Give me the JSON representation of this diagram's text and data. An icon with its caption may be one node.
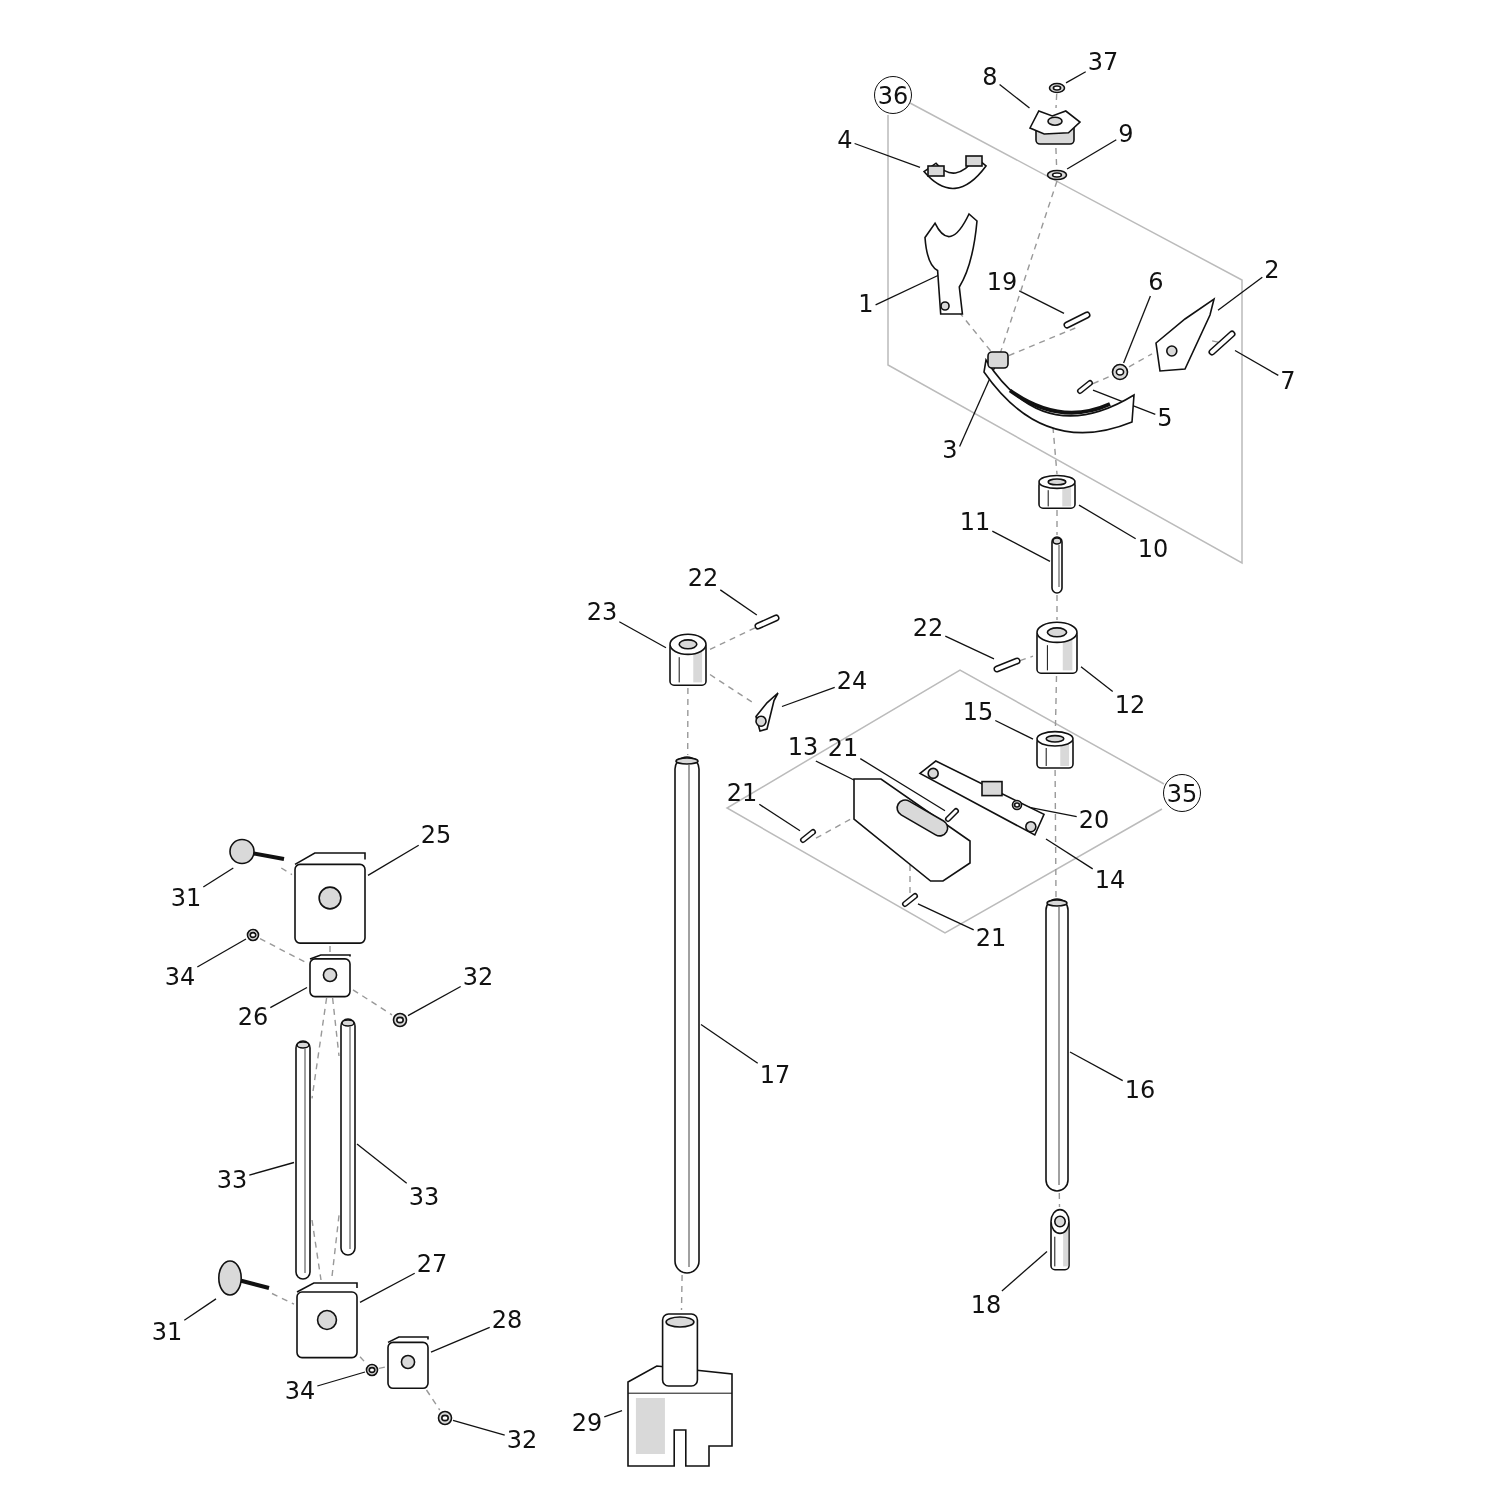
{
  "diagram": {
    "nodes": [
      {
        "text": [
          "37"
        ]
      },
      {
        "text": [
          "8"
        ]
      },
      {
        "text": [
          "36"
        ]
      },
      {
        "text": [
          "9"
        ]
      },
      {
        "text": [
          "4"
        ]
      },
      {
        "text": [
          "2"
        ]
      },
      {
        "text": [
          "6"
        ]
      },
      {
        "text": [
          "19"
        ]
      },
      {
        "text": [
          "1"
        ]
      },
      {
        "text": [
          "7"
        ]
      },
      {
        "text": [
          "5"
        ]
      },
      {
        "text": [
          "3"
        ]
      },
      {
        "text": [
          "11"
        ]
      },
      {
        "text": [
          "10"
        ]
      },
      {
        "text": [
          "22"
        ]
      },
      {
        "text": [
          "23"
        ]
      },
      {
        "text": [
          "22"
        ]
      },
      {
        "text": [
          "24"
        ]
      },
      {
        "text": [
          "12"
        ]
      },
      {
        "text": [
          "15"
        ]
      },
      {
        "text": [
          "13"
        ]
      },
      {
        "text": [
          "21"
        ]
      },
      {
        "text": [
          "21"
        ]
      },
      {
        "text": [
          "35"
        ]
      },
      {
        "text": [
          "20"
        ]
      },
      {
        "text": [
          "25"
        ]
      },
      {
        "text": [
          "14"
        ]
      },
      {
        "text": [
          "31"
        ]
      },
      {
        "text": [
          "21"
        ]
      },
      {
        "text": [
          "34"
        ]
      },
      {
        "text": [
          "32"
        ]
      },
      {
        "text": [
          "26"
        ]
      },
      {
        "text": [
          "17"
        ]
      },
      {
        "text": [
          "16"
        ]
      },
      {
        "text": [
          "33"
        ]
      },
      {
        "text": [
          "33"
        ]
      },
      {
        "text": [
          "27"
        ]
      },
      {
        "text": [
          "18"
        ]
      },
      {
        "text": [
          "28"
        ]
      },
      {
        "text": [
          "31"
        ]
      },
      {
        "text": [
          "29"
        ]
      },
      {
        "text": [
          "34"
        ]
      },
      {
        "text": [
          "32"
        ]
      },
      {
        "text": [],
        "shape": "picture"
      },
      {
        "text": [],
        "shape": "picture"
      },
      {
        "text": [],
        "shape": "picture"
      },
      {
        "text": [],
        "shape": "picture"
      },
      {
        "text": [],
        "shape": "picture"
      },
      {
        "text": [],
        "shape": "picture"
      },
      {
        "text": [],
        "shape": "picture"
      },
      {
        "text": [],
        "shape": "picture"
      },
      {
        "text": [],
        "shape": "picture"
      },
      {
        "text": [],
        "shape": "picture"
      },
      {
        "text": [],
        "shape": "picture"
      },
      {
        "text": [],
        "shape": "picture"
      },
      {
        "text": [],
        "shape": "picture"
      },
      {
        "text": [],
        "shape": "picture"
      },
      {
        "text": [],
        "shape": "picture"
      },
      {
        "text": [],
        "shape": "picture"
      },
      {
        "text": [],
        "shape": "picture"
      },
      {
        "text": [],
        "shape": "picture"
      },
      {
        "text": [],
        "shape": "picture"
      },
      {
        "text": [],
        "shape": "picture"
      },
      {
        "text": [],
        "shape": "picture",
        "in": 62
      },
      {
        "text": [],
        "shape": "picture"
      },
      {
        "text": [],
        "shape": "picture"
      },
      {
        "text": [],
        "shape": "picture"
      },
      {
        "text": [],
        "shape": "picture"
      },
      {
        "text": [],
        "shape": "picture"
      },
      {
        "text": [],
        "shape": "picture"
      },
      {
        "text": [],
        "shape": "picture"
      },
      {
        "text": [],
        "shape": "picture"
      },
      {
        "text": [],
        "shape": "picture"
      },
      {
        "text": [],
        "shape": "picture"
      },
      {
        "text": [],
        "shape": "picture"
      },
      {
        "text": [],
        "shape": "picture"
      },
      {
        "text": [],
        "shape": "picture"
      },
      {
        "text": [],
        "shape": "picture"
      },
      {
        "text": [],
        "shape": "picture"
      },
      {
        "text": [],
        "shape": "picture"
      },
      {
        "text": [],
        "shape": "picture"
      },
      {
        "text": [],
        "shape": "picture"
      },
      {
        "text": [],
        "shape": "picture"
      },
      {
        "text": [],
        "shape": "picture"
      }
    ],
    "edges": [
      {
        "from": 0,
        "to": 43,
        "arrow": "none"
      },
      {
        "from": 1,
        "to": 44,
        "arrow": "none"
      },
      {
        "from": 3,
        "to": 46,
        "arrow": "none"
      },
      {
        "from": 4,
        "to": 45,
        "arrow": "none"
      },
      {
        "from": 5,
        "to": 49,
        "arrow": "none"
      },
      {
        "from": 6,
        "to": 51,
        "arrow": "none"
      },
      {
        "from": 7,
        "to": 48,
        "arrow": "none"
      },
      {
        "from": 8,
        "to": 47,
        "arrow": "none"
      },
      {
        "from": 9,
        "to": 50,
        "arrow": "none"
      },
      {
        "from": 10,
        "to": 52,
        "arrow": "none"
      },
      {
        "from": 11,
        "to": 53,
        "arrow": "none"
      },
      {
        "from": 12,
        "to": 55,
        "arrow": "none"
      },
      {
        "from": 13,
        "to": 54,
        "arrow": "none"
      },
      {
        "from": 14,
        "to": 56,
        "arrow": "none"
      },
      {
        "from": 15,
        "to": 57,
        "arrow": "none"
      },
      {
        "from": 16,
        "to": 59,
        "arrow": "none"
      },
      {
        "from": 17,
        "to": 60,
        "arrow": "none"
      },
      {
        "from": 18,
        "to": 58,
        "arrow": "none"
      },
      {
        "from": 19,
        "to": 61,
        "arrow": "none"
      },
      {
        "from": 20,
        "to": 64,
        "arrow": "none"
      },
      {
        "from": 21,
        "to": 65,
        "arrow": "none"
      },
      {
        "from": 22,
        "to": 66,
        "arrow": "none"
      },
      {
        "from": 24,
        "to": 63,
        "arrow": "none"
      },
      {
        "from": 25,
        "to": 68,
        "arrow": "none"
      },
      {
        "from": 26,
        "to": 62,
        "arrow": "none"
      },
      {
        "from": 27,
        "to": 69,
        "arrow": "none"
      },
      {
        "from": 28,
        "to": 67,
        "arrow": "none"
      },
      {
        "from": 29,
        "to": 70,
        "arrow": "none"
      },
      {
        "from": 30,
        "to": 72,
        "arrow": "none"
      },
      {
        "from": 31,
        "to": 71,
        "arrow": "none"
      },
      {
        "from": 32,
        "to": 73,
        "arrow": "none"
      },
      {
        "from": 33,
        "to": 74,
        "arrow": "none"
      },
      {
        "from": 34,
        "to": 75,
        "arrow": "none"
      },
      {
        "from": 35,
        "to": 76,
        "arrow": "none"
      },
      {
        "from": 36,
        "to": 79,
        "arrow": "none"
      },
      {
        "from": 37,
        "to": 77,
        "arrow": "none"
      },
      {
        "from": 38,
        "to": 80,
        "arrow": "none"
      },
      {
        "from": 39,
        "to": 78,
        "arrow": "none"
      },
      {
        "from": 40,
        "to": 82,
        "arrow": "none"
      },
      {
        "from": 41,
        "to": 81,
        "arrow": "none"
      },
      {
        "from": 42,
        "to": 83,
        "arrow": "none"
      },
      {
        "from": 43,
        "to": 44,
        "arrow": "none",
        "style": "dashed",
        "color": "#999999"
      },
      {
        "from": 44,
        "to": 46,
        "arrow": "none",
        "style": "dashed",
        "color": "#999999"
      },
      {
        "from": 46,
        "to": 53,
        "arrow": "none",
        "style": "dashed",
        "color": "#999999"
      },
      {
        "from": 53,
        "to": 54,
        "arrow": "none",
        "style": "dashed",
        "color": "#999999"
      },
      {
        "from": 54,
        "to": 55,
        "arrow": "none",
        "style": "dashed",
        "color": "#999999"
      },
      {
        "from": 55,
        "to": 58,
        "arrow": "none",
        "style": "dashed",
        "color": "#999999"
      },
      {
        "from": 58,
        "to": 61,
        "arrow": "none",
        "style": "dashed",
        "color": "#999999"
      },
      {
        "from": 61,
        "to": 74,
        "arrow": "none",
        "style": "dashed",
        "color": "#999999"
      },
      {
        "from": 74,
        "to": 77,
        "arrow": "none",
        "style": "dashed",
        "color": "#999999"
      },
      {
        "from": 47,
        "to": 53,
        "arrow": "none",
        "style": "dashed",
        "color": "#999999"
      },
      {
        "from": 48,
        "to": 53,
        "arrow": "none",
        "style": "dashed",
        "color": "#999999"
      },
      {
        "from": 52,
        "to": 51,
        "arrow": "none",
        "style": "dashed",
        "color": "#999999"
      },
      {
        "from": 51,
        "to": 49,
        "arrow": "none",
        "style": "dashed",
        "color": "#999999"
      },
      {
        "from": 49,
        "to": 50,
        "arrow": "none",
        "style": "dashed",
        "color": "#999999"
      },
      {
        "from": 56,
        "to": 57,
        "arrow": "none",
        "style": "dashed",
        "color": "#999999"
      },
      {
        "from": 57,
        "to": 60,
        "arrow": "none",
        "style": "dashed",
        "color": "#999999"
      },
      {
        "from": 57,
        "to": 73,
        "arrow": "none",
        "style": "dashed",
        "color": "#999999"
      },
      {
        "from": 73,
        "to": 82,
        "arrow": "none",
        "style": "dashed",
        "color": "#999999"
      },
      {
        "from": 59,
        "to": 58,
        "arrow": "none",
        "style": "dashed",
        "color": "#999999"
      },
      {
        "from": 66,
        "to": 64,
        "arrow": "none",
        "style": "dashed",
        "color": "#999999"
      },
      {
        "from": 67,
        "to": 64,
        "arrow": "none",
        "style": "dashed",
        "color": "#999999"
      },
      {
        "from": 69,
        "to": 68,
        "arrow": "none",
        "style": "dashed",
        "color": "#999999"
      },
      {
        "from": 68,
        "to": 71,
        "arrow": "none",
        "style": "dashed",
        "color": "#999999"
      },
      {
        "from": 70,
        "to": 71,
        "arrow": "none",
        "style": "dashed",
        "color": "#999999"
      },
      {
        "from": 71,
        "to": 72,
        "arrow": "none",
        "style": "dashed",
        "color": "#999999"
      },
      {
        "from": 71,
        "to": 75,
        "arrow": "none",
        "style": "dashed",
        "color": "#999999"
      },
      {
        "from": 71,
        "to": 76,
        "arrow": "none",
        "style": "dashed",
        "color": "#999999"
      },
      {
        "from": 75,
        "to": 79,
        "arrow": "none",
        "style": "dashed",
        "color": "#999999"
      },
      {
        "from": 76,
        "to": 79,
        "arrow": "none",
        "style": "dashed",
        "color": "#999999"
      },
      {
        "from": 78,
        "to": 79,
        "arrow": "none",
        "style": "dashed",
        "color": "#999999"
      },
      {
        "from": 79,
        "to": 81,
        "arrow": "none",
        "style": "dashed",
        "color": "#999999"
      },
      {
        "from": 81,
        "to": 80,
        "arrow": "none",
        "style": "dashed",
        "color": "#999999"
      },
      {
        "from": 80,
        "to": 83,
        "arrow": "none",
        "style": "dashed",
        "color": "#999999"
      }
    ]
  }
}
